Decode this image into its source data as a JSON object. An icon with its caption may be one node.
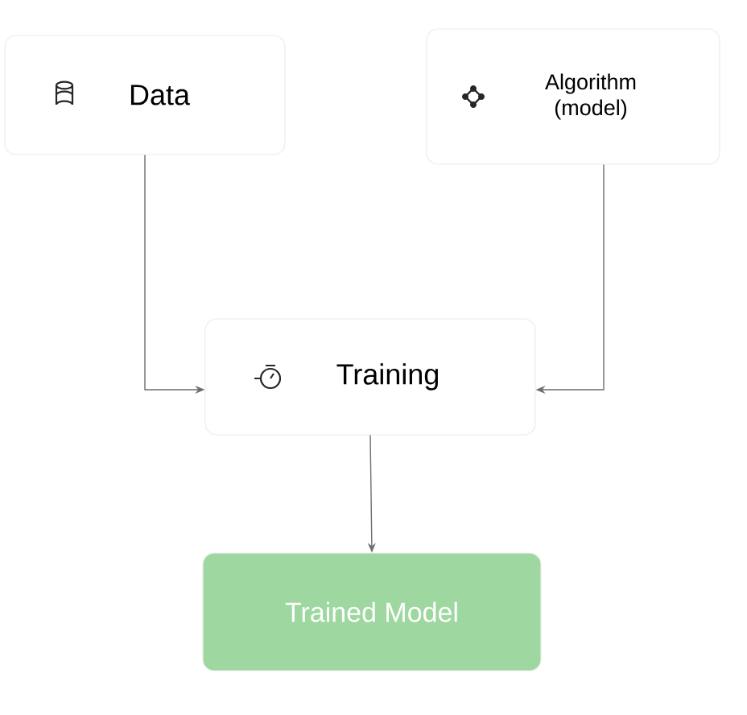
{
  "diagram": {
    "nodes": [
      {
        "text": [
          "Data"
        ]
      },
      {
        "text": [
          "Algorithm (model)"
        ]
      },
      {
        "text": [
          "Training"
        ]
      },
      {
        "text": [
          "Trained Model"
        ]
      }
    ],
    "edges": [
      {
        "from": 0,
        "to": 2,
        "arrow": "to"
      },
      {
        "from": 1,
        "to": 2,
        "arrow": "to"
      },
      {
        "from": 2,
        "to": 3,
        "arrow": "to"
      }
    ]
  }
}
